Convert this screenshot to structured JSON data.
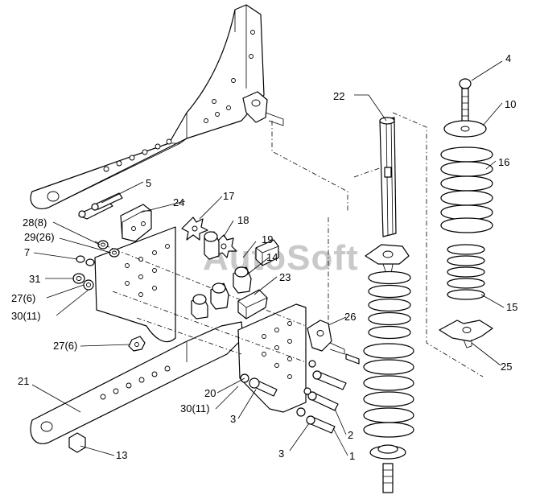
{
  "watermark": "AutoSoft",
  "callouts": [
    {
      "id": "c1",
      "text": "1"
    },
    {
      "id": "c2",
      "text": "2"
    },
    {
      "id": "c3a",
      "text": "3"
    },
    {
      "id": "c3b",
      "text": "3"
    },
    {
      "id": "c4",
      "text": "4"
    },
    {
      "id": "c5",
      "text": "5"
    },
    {
      "id": "c7",
      "text": "7"
    },
    {
      "id": "c10",
      "text": "10"
    },
    {
      "id": "c13",
      "text": "13"
    },
    {
      "id": "c14",
      "text": "14"
    },
    {
      "id": "c15",
      "text": "15"
    },
    {
      "id": "c16",
      "text": "16"
    },
    {
      "id": "c17",
      "text": "17"
    },
    {
      "id": "c18",
      "text": "18"
    },
    {
      "id": "c19",
      "text": "19"
    },
    {
      "id": "c20",
      "text": "20"
    },
    {
      "id": "c21",
      "text": "21"
    },
    {
      "id": "c22",
      "text": "22"
    },
    {
      "id": "c23",
      "text": "23"
    },
    {
      "id": "c24",
      "text": "24"
    },
    {
      "id": "c25",
      "text": "25"
    },
    {
      "id": "c26",
      "text": "26"
    },
    {
      "id": "c27a",
      "text": "27(6)"
    },
    {
      "id": "c27b",
      "text": "27(6)"
    },
    {
      "id": "c28",
      "text": "28(8)"
    },
    {
      "id": "c29",
      "text": "29(26)"
    },
    {
      "id": "c30a",
      "text": "30(11)"
    },
    {
      "id": "c30b",
      "text": "30(11)"
    },
    {
      "id": "c31",
      "text": "31"
    }
  ]
}
